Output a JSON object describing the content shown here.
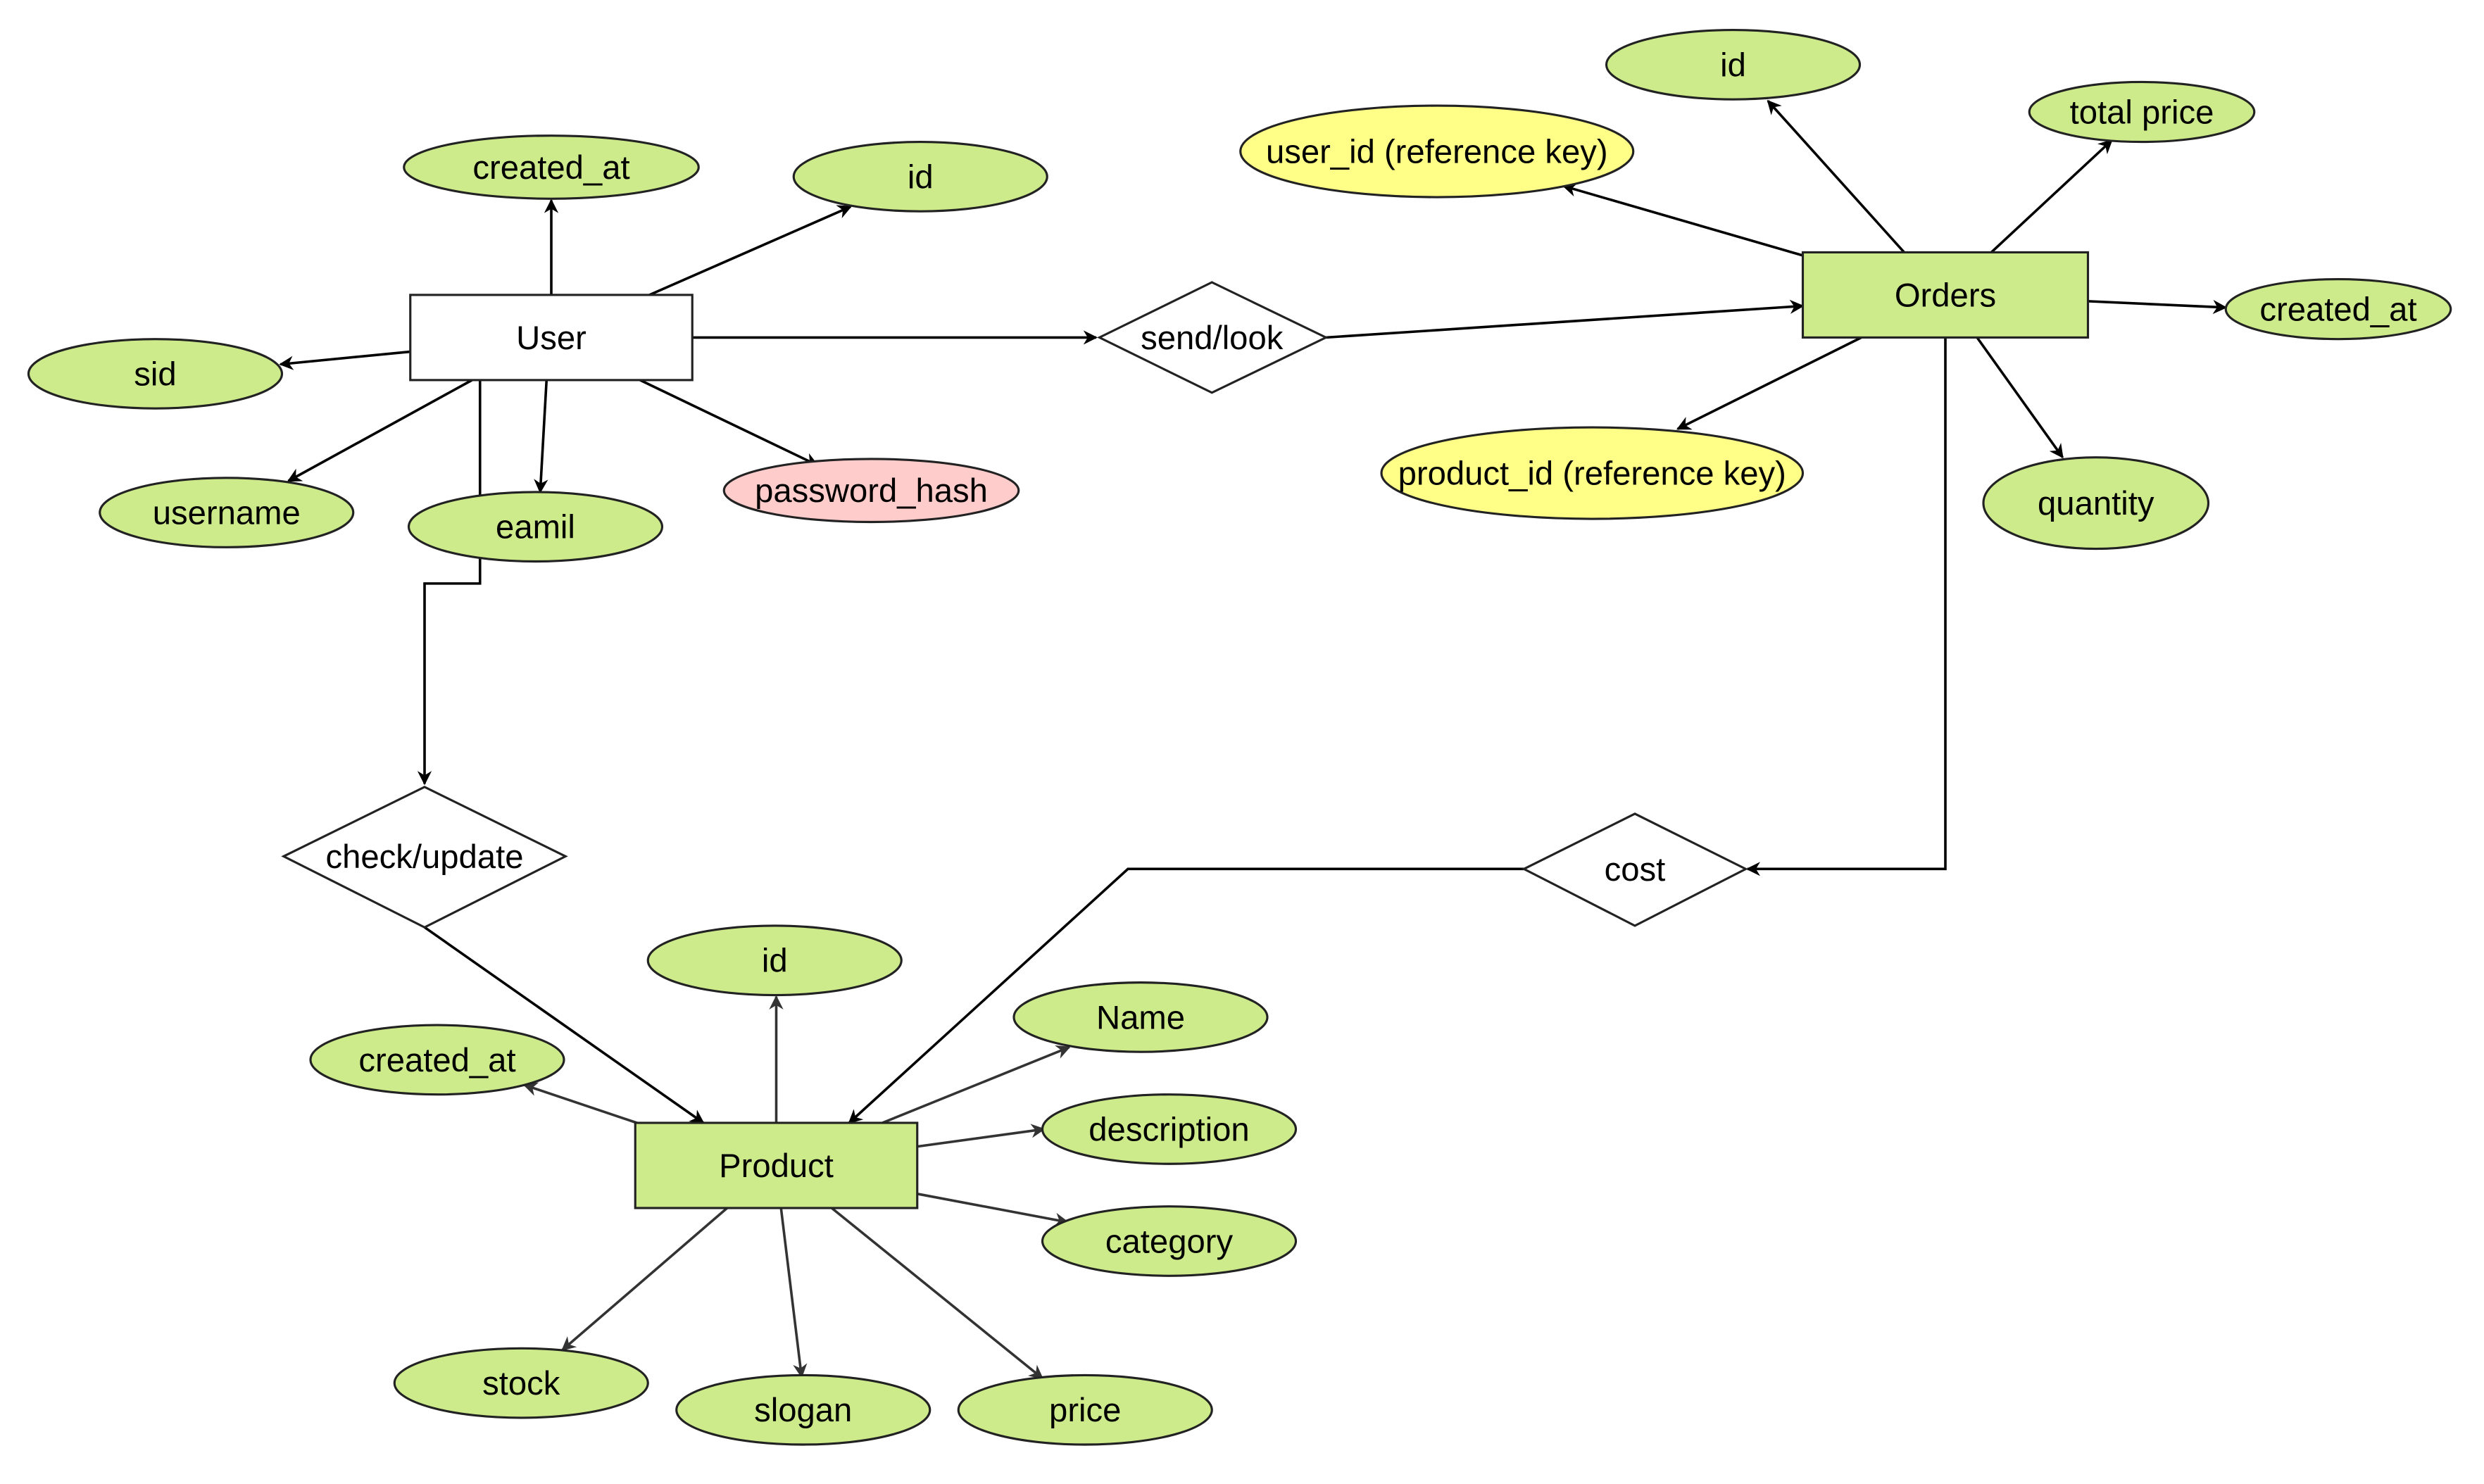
{
  "colors": {
    "attribute": "#cdeb8b",
    "foreign_key": "#ffff88",
    "sensitive": "#ffcccc",
    "entity_default": "#ffffff",
    "entity_highlight": "#cdeb8b",
    "relationship": "#ffffff",
    "stroke": "#222222"
  },
  "entities": {
    "user": {
      "label": "User"
    },
    "orders": {
      "label": "Orders"
    },
    "product": {
      "label": "Product"
    }
  },
  "relationships": {
    "send_look": {
      "label": "send/look"
    },
    "check_update": {
      "label": "check/update"
    },
    "cost": {
      "label": "cost"
    }
  },
  "attributes": {
    "user_created_at": {
      "label": "created_at"
    },
    "user_id": {
      "label": "id"
    },
    "user_sid": {
      "label": "sid"
    },
    "user_username": {
      "label": "username"
    },
    "user_email": {
      "label": "eamil"
    },
    "user_password_hash": {
      "label": "password_hash"
    },
    "orders_id": {
      "label": "id"
    },
    "orders_total_price": {
      "label": "total price"
    },
    "orders_user_id": {
      "label": "user_id (reference key)"
    },
    "orders_created_at": {
      "label": "created_at"
    },
    "orders_product_id": {
      "label": "product_id (reference key)"
    },
    "orders_quantity": {
      "label": "quantity"
    },
    "product_id": {
      "label": "id"
    },
    "product_created_at": {
      "label": "created_at"
    },
    "product_name": {
      "label": "Name"
    },
    "product_description": {
      "label": "description"
    },
    "product_category": {
      "label": "category"
    },
    "product_stock": {
      "label": "stock"
    },
    "product_slogan": {
      "label": "slogan"
    },
    "product_price": {
      "label": "price"
    }
  }
}
